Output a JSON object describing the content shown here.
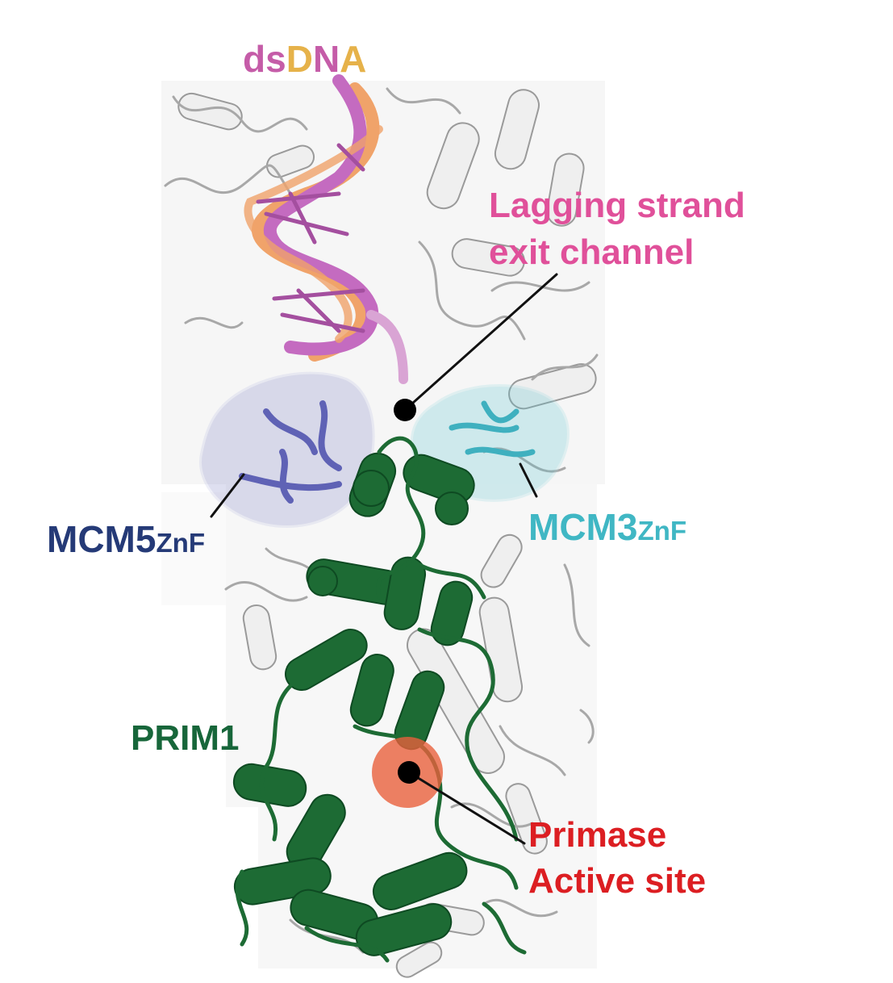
{
  "labels": {
    "dsdna": {
      "letters": [
        "d",
        "s",
        "D",
        "N",
        "A"
      ],
      "colors": [
        "#c55ca8",
        "#c55ca8",
        "#e6b24a",
        "#c55ca8",
        "#e6b24a"
      ]
    },
    "lagging": {
      "line1": "Lagging strand",
      "line2": "exit channel",
      "color": "#e0509a"
    },
    "mcm5": {
      "main": "MCM5",
      "sub": "ZnF",
      "color": "#253a77"
    },
    "mcm3": {
      "main": "MCM3",
      "sub": "ZnF",
      "color": "#40b7c4"
    },
    "prim1": {
      "text": "PRIM1",
      "color": "#17663a"
    },
    "primase": {
      "line1": "Primase",
      "line2": "Active site",
      "color": "#dc1e22"
    }
  },
  "colors": {
    "background_protein": "#d8d8d8",
    "dna_strand_a": "#c46bc0",
    "dna_strand_b": "#f0a36a",
    "mcm5_znf": "#6f72bf",
    "mcm3_znf": "#5cc3cf",
    "prim1": "#1d6b34",
    "active_site": "#e8603c"
  }
}
